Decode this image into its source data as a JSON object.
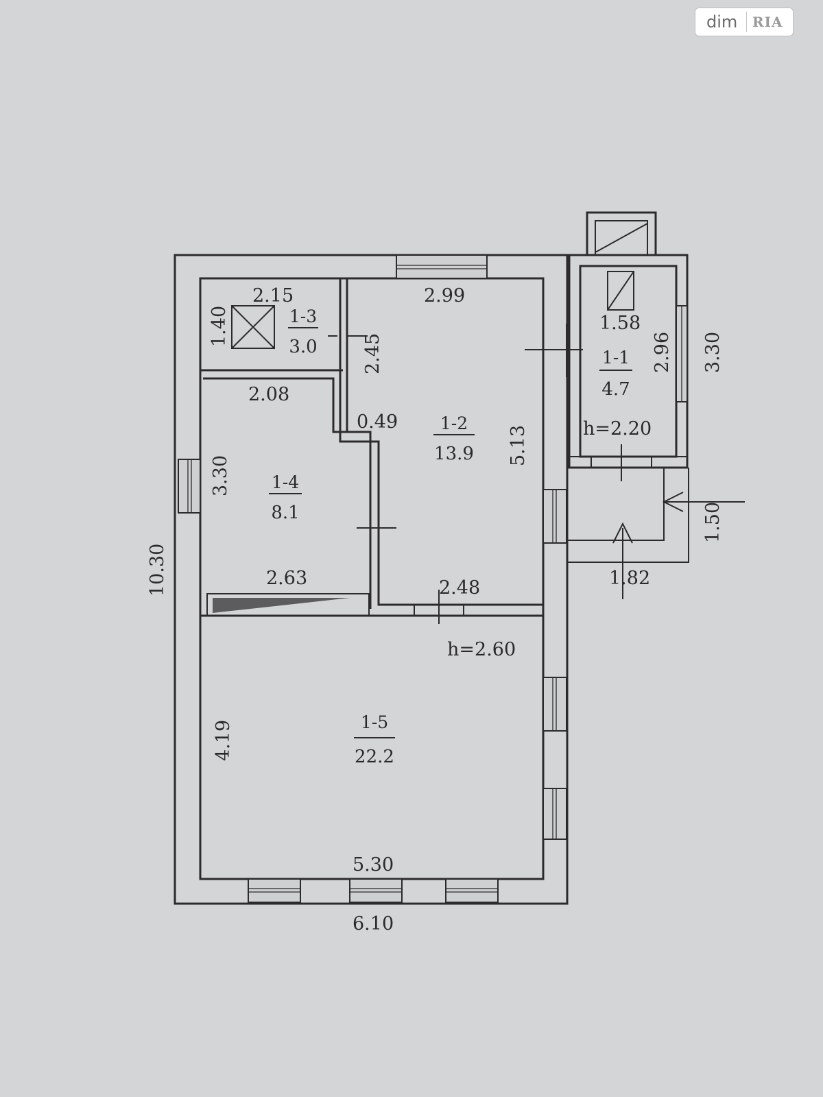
{
  "brand": {
    "dim": "dim",
    "ria": "RIA"
  },
  "rooms": {
    "r1_1": {
      "number": "1-1",
      "area": "4.7"
    },
    "r1_2": {
      "number": "1-2",
      "area": "13.9"
    },
    "r1_3": {
      "number": "1-3",
      "area": "3.0"
    },
    "r1_4": {
      "number": "1-4",
      "area": "8.1"
    },
    "r1_5": {
      "number": "1-5",
      "area": "22.2"
    }
  },
  "dimensions": {
    "d_2_15": "2.15",
    "d_1_40": "1.40",
    "d_2_45": "2.45",
    "d_2_99": "2.99",
    "d_2_08": "2.08",
    "d_0_49": "0.49",
    "d_3_30_left": "3.30",
    "d_5_13": "5.13",
    "d_2_63": "2.63",
    "d_2_48": "2.48",
    "d_10_30": "10.30",
    "d_4_19": "4.19",
    "d_5_30": "5.30",
    "d_6_10": "6.10",
    "d_1_58": "1.58",
    "d_2_96": "2.96",
    "d_3_30_right": "3.30",
    "d_1_50": "1.50",
    "d_1_82": "1.82"
  },
  "heights": {
    "main": "h=2.60",
    "annex": "h=2.20"
  }
}
